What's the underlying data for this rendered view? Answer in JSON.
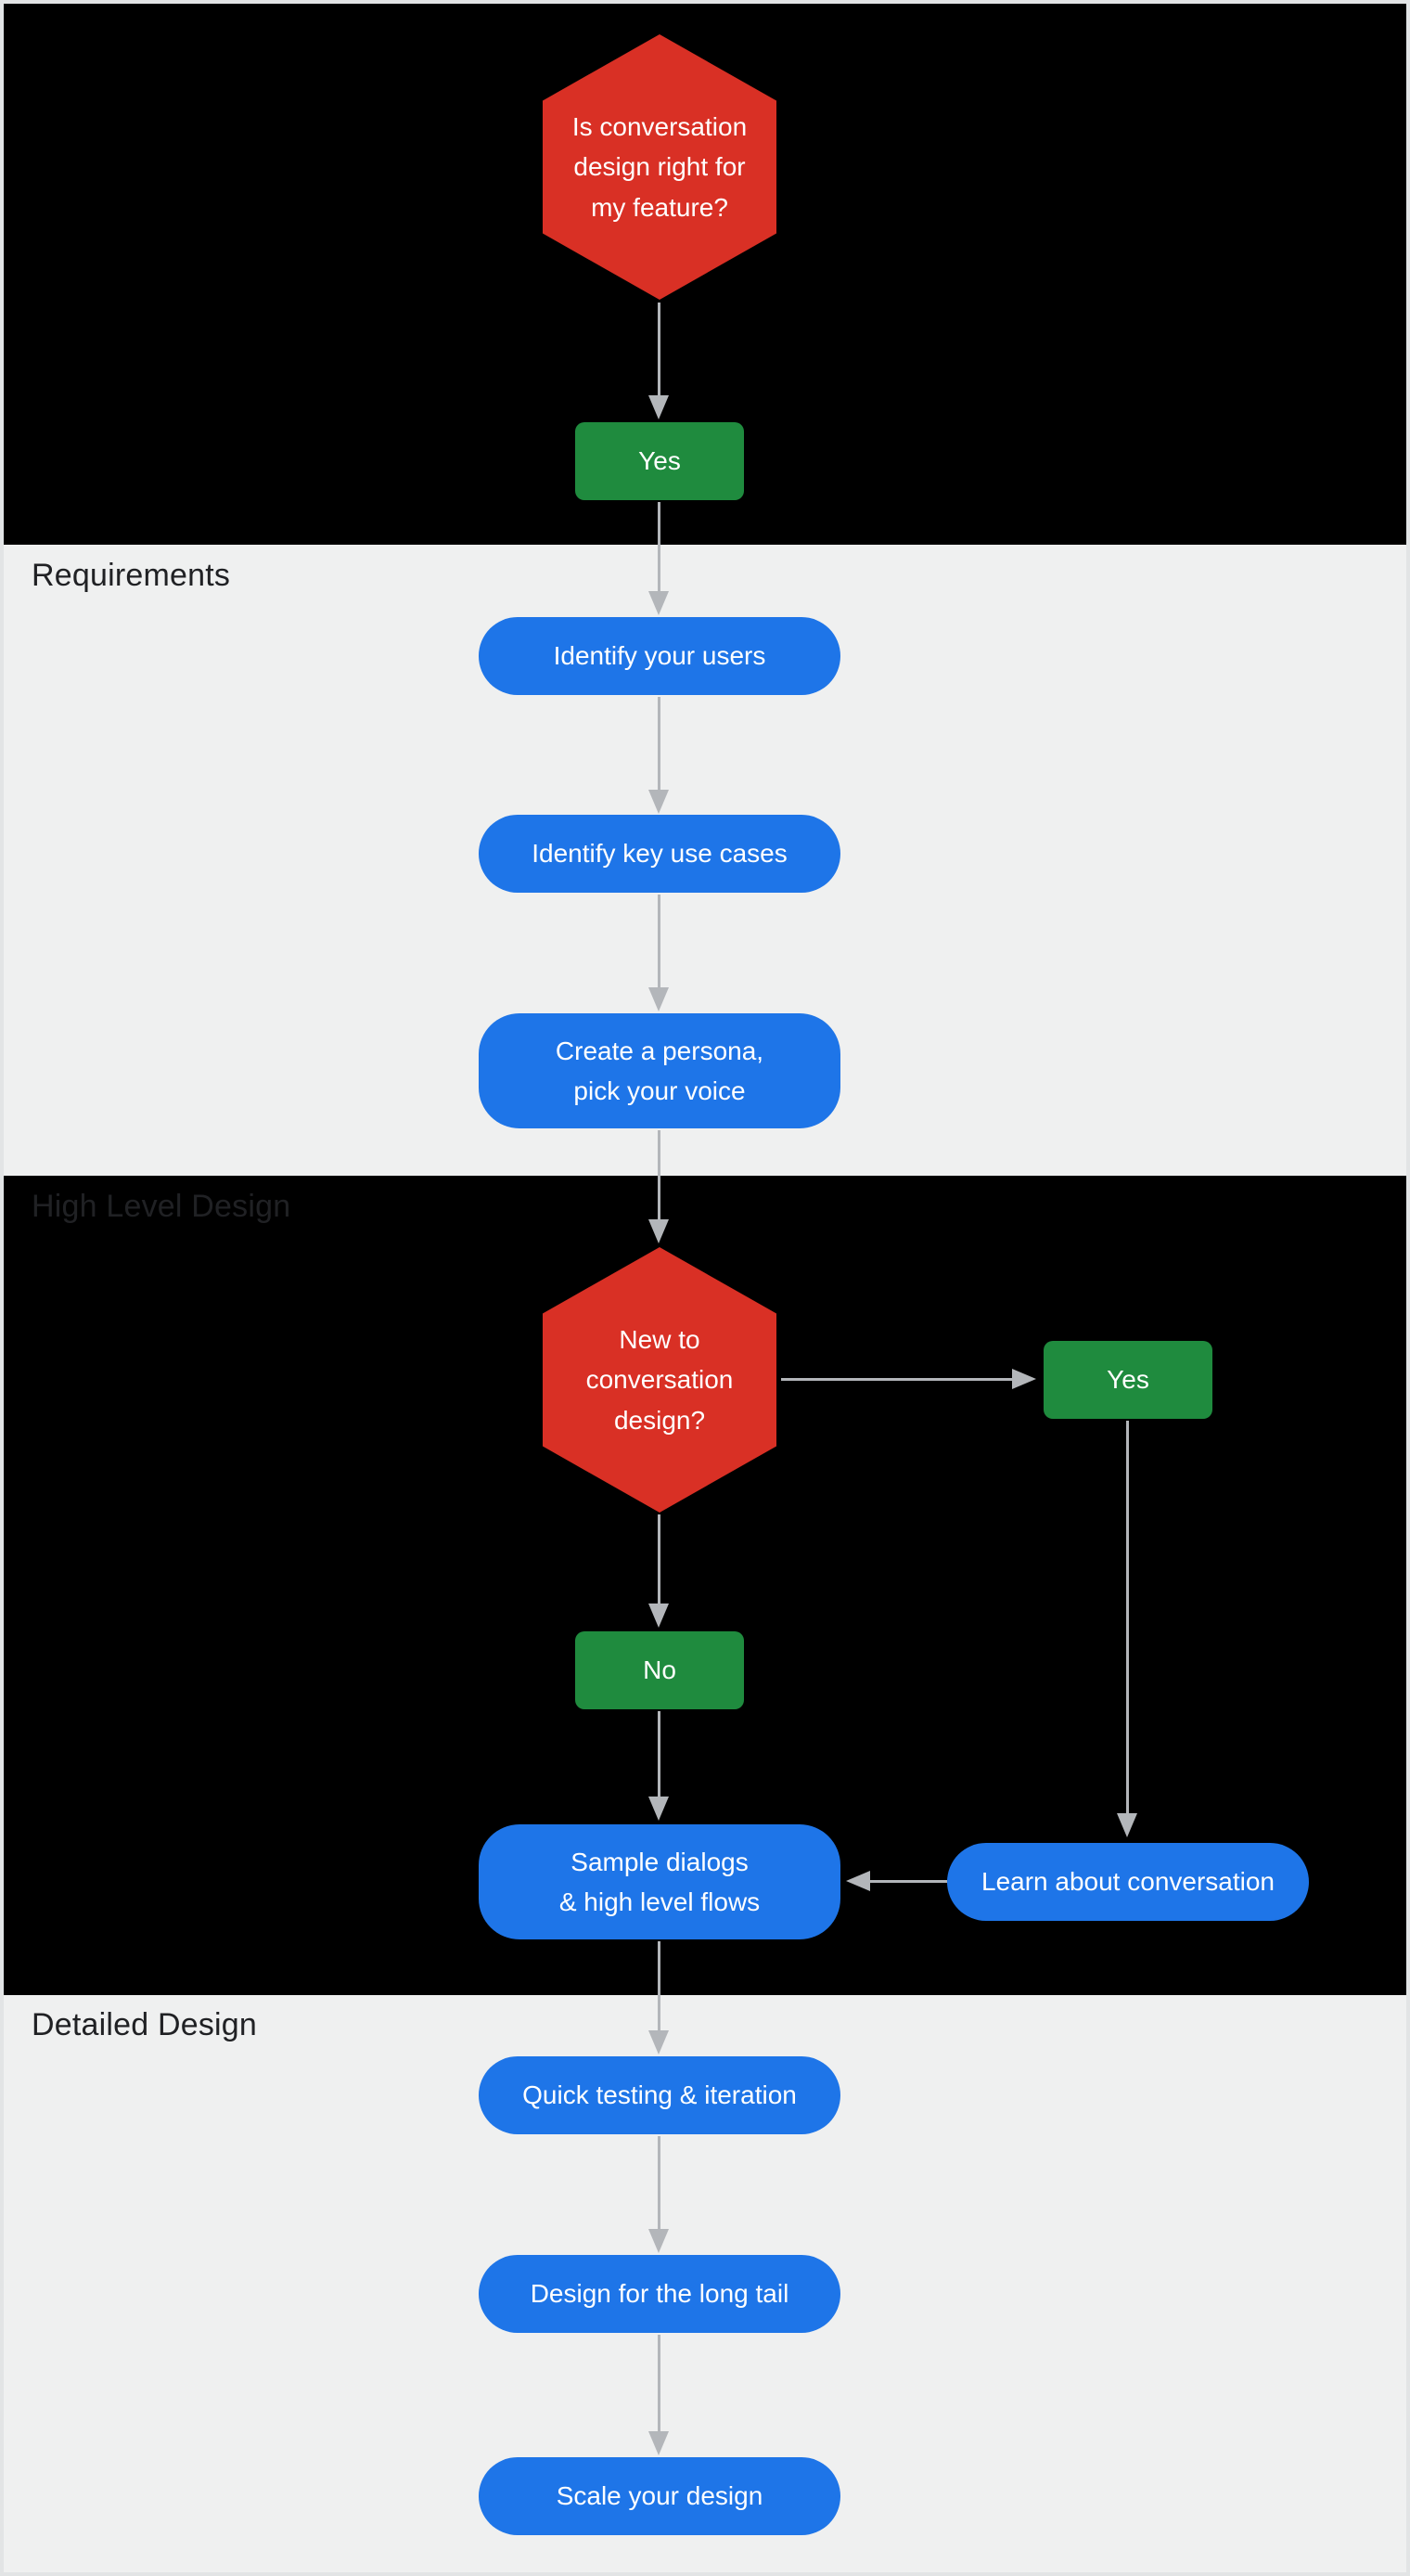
{
  "colors": {
    "decision_red": "#D93025",
    "answer_green": "#1F8B3E",
    "process_blue": "#1E75E8",
    "arrow_gray": "#B3B6BA",
    "section_black": "#000000",
    "section_gray": "#EFF0F0",
    "section_label_dark": "#202124",
    "node_text_white": "#FFFFFF"
  },
  "sections": {
    "requirements": {
      "label": "Requirements"
    },
    "high_level": {
      "label": "High Level Design"
    },
    "detailed": {
      "label": "Detailed Design"
    }
  },
  "nodes": {
    "q_feature": {
      "lines": [
        "Is conversation",
        "design right for",
        "my feature?"
      ]
    },
    "yes_feature": {
      "label": "Yes"
    },
    "identify_users": {
      "label": "Identify your users"
    },
    "identify_use_cases": {
      "label": "Identify key use cases"
    },
    "create_persona": {
      "lines": [
        "Create a persona,",
        "pick your voice"
      ]
    },
    "q_new_to_design": {
      "lines": [
        "New to",
        "conversation",
        "design?"
      ]
    },
    "yes_new": {
      "label": "Yes"
    },
    "no_new": {
      "label": "No"
    },
    "sample_dialogs": {
      "lines": [
        "Sample dialogs",
        "& high level flows"
      ]
    },
    "learn_conversation": {
      "label": "Learn about conversation"
    },
    "quick_testing": {
      "label": "Quick testing & iteration"
    },
    "long_tail": {
      "label": "Design for the long tail"
    },
    "scale_design": {
      "label": "Scale your design"
    }
  }
}
